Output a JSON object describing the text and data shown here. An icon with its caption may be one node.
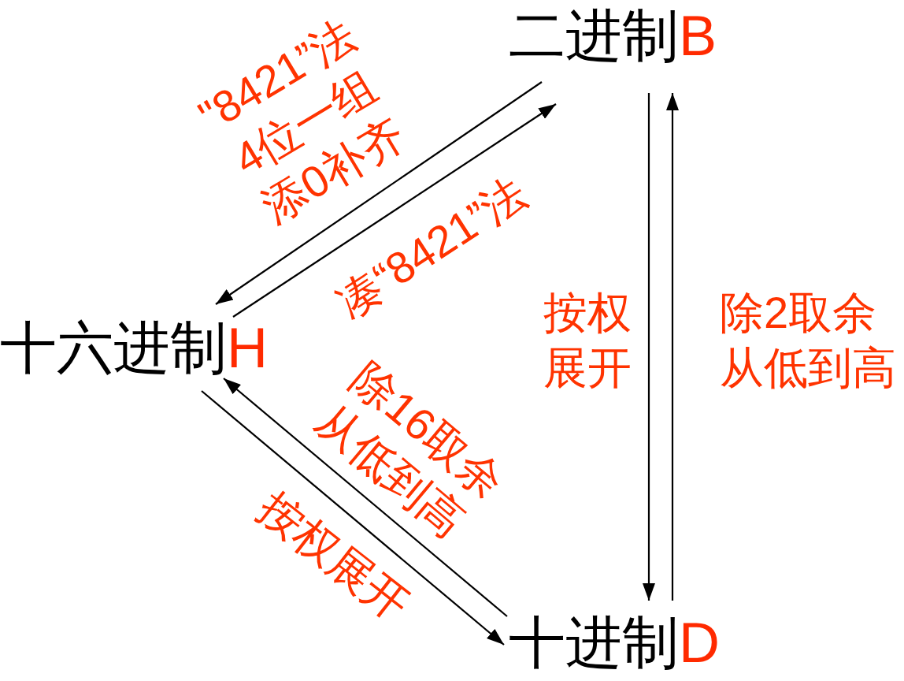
{
  "diagram": {
    "nodes": [
      {
        "text": [
          "二进制",
          "B"
        ]
      },
      {
        "text": [
          "十六进制",
          "H"
        ]
      },
      {
        "text": [
          "十进制",
          "D"
        ]
      }
    ],
    "edges": [
      {
        "from": 0,
        "to": 1,
        "arrow": "to",
        "label": "\"8421”法4位一组添0补齐"
      },
      {
        "from": 1,
        "to": 0,
        "arrow": "to",
        "label": "凑“8421”法"
      },
      {
        "from": 0,
        "to": 2,
        "arrow": "to",
        "label": "按权展开"
      },
      {
        "from": 2,
        "to": 0,
        "arrow": "to",
        "label": "除2取余从低到高"
      },
      {
        "from": 2,
        "to": 1,
        "arrow": "to",
        "label": "除16取余从低到高"
      },
      {
        "from": 1,
        "to": 2,
        "arrow": "to",
        "label": "按权展开"
      }
    ]
  }
}
